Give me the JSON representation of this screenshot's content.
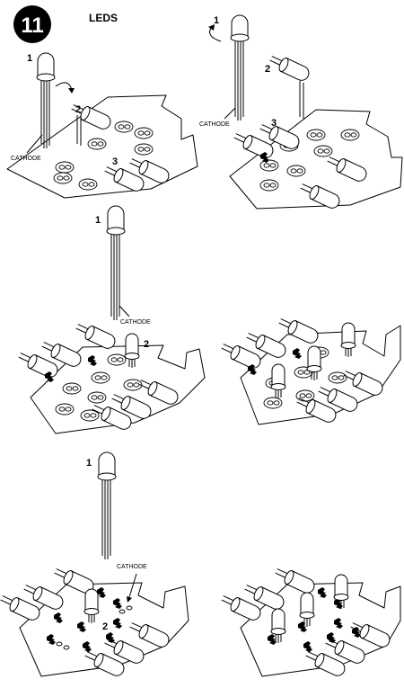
{
  "header": {
    "step_number": "11",
    "title": "LEDS"
  },
  "labels": {
    "cathode": "CATHODE",
    "step_1": "1",
    "step_2": "2",
    "step_3": "3"
  },
  "panels": [
    {
      "name": "panel-1",
      "callouts": [
        "1",
        "2",
        "3"
      ],
      "cathode": true
    },
    {
      "name": "panel-2",
      "callouts": [
        "1",
        "2",
        "3"
      ],
      "cathode": true
    },
    {
      "name": "panel-3",
      "callouts": [
        "1",
        "2"
      ],
      "cathode": true
    },
    {
      "name": "panel-4",
      "callouts": [],
      "cathode": false
    },
    {
      "name": "panel-5",
      "callouts": [
        "1",
        "2"
      ],
      "cathode": true
    },
    {
      "name": "panel-6",
      "callouts": [],
      "cathode": false
    }
  ]
}
